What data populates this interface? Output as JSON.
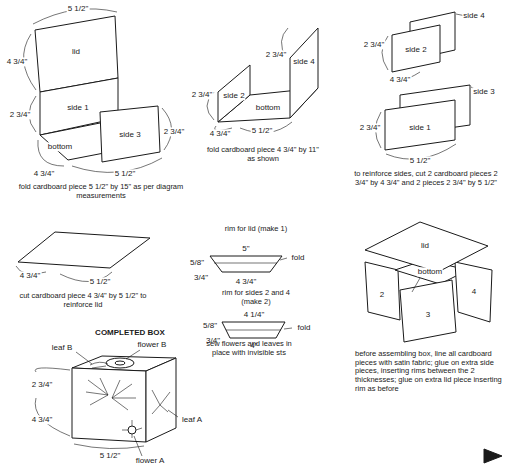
{
  "diagram": {
    "labels": [
      "5 1/2\"",
      "lid",
      "4 3/4\"",
      "side 1",
      "2 3/4\"",
      "2 3/4\"",
      "bottom",
      "side 3",
      "4 3/4\"",
      "5 1/2\"",
      "fold cardboard piece 5 1/2\" by 15\" as per diagram measurements",
      "2 3/4\"",
      "side 4",
      "2 3/4\"",
      "side 2",
      "bottom",
      "4 3/4\"",
      "5 1/2\"",
      "fold cardboard piece 4 3/4\" by 11\" as shown",
      "side 4",
      "2 3/4\"",
      "side 2",
      "4 3/4\"",
      "side 3",
      "2 3/4\"",
      "side 1",
      "5 1/2\"",
      "to reinforce sides, cut 2 cardboard pieces 2 3/4\" by 4 3/4\" and 2 pieces 2 3/4\" by 5 1/2\"",
      "4 3/4\"",
      "5 1/2\"",
      "cut cardboard piece 4 3/4\" by 5 1/2\" to reinforce lid",
      "rim for lid (make 1)",
      "5\"",
      "fold",
      "5/8\"",
      "3/4\"",
      "4 3/4\"",
      "rim for sides 2 and 4 (make 2)",
      "4 1/4\"",
      "fold",
      "5/8\"",
      "3/4\"",
      "4\"",
      "lid",
      "bottom",
      "2",
      "4",
      "3",
      "before assembling box, line all cardboard pieces with satin fabric; glue on extra side pieces, inserting rims between the 2 thicknesses; glue on extra lid piece inserting rim as before",
      "COMPLETED BOX",
      "leaf B",
      "flower B",
      "sew flowers and leaves in place with invisible sts",
      "2 3/4\"",
      "4 3/4\"",
      "leaf A",
      "5 1/2\"",
      "flower A"
    ]
  }
}
